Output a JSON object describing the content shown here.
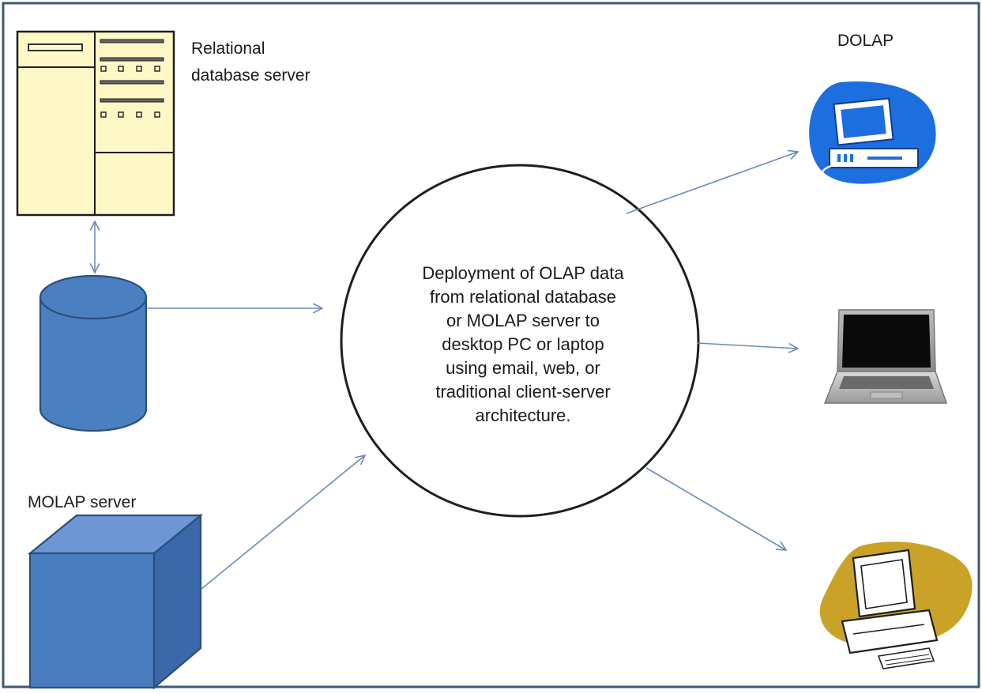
{
  "labels": {
    "relational_line1": "Relational",
    "relational_line2": "database server",
    "dolap": "DOLAP",
    "molap": "MOLAP server"
  },
  "center": {
    "lines": [
      "Deployment of OLAP data",
      "from relational database",
      "or MOLAP server to",
      "desktop PC or laptop",
      "using email, web, or",
      "traditional client-server",
      "architecture."
    ]
  },
  "colors": {
    "frame": "#3a5a78",
    "arrow": "#6b8cb4",
    "server_fill": "#fdf8c6",
    "cylinder_fill": "#4a80c0",
    "cube_front": "#4a7cc0",
    "cube_top": "#6d97d4",
    "cube_side": "#3a68a8",
    "desktop_blue": "#1d6fe0",
    "clipart_gold": "#c9a227"
  }
}
